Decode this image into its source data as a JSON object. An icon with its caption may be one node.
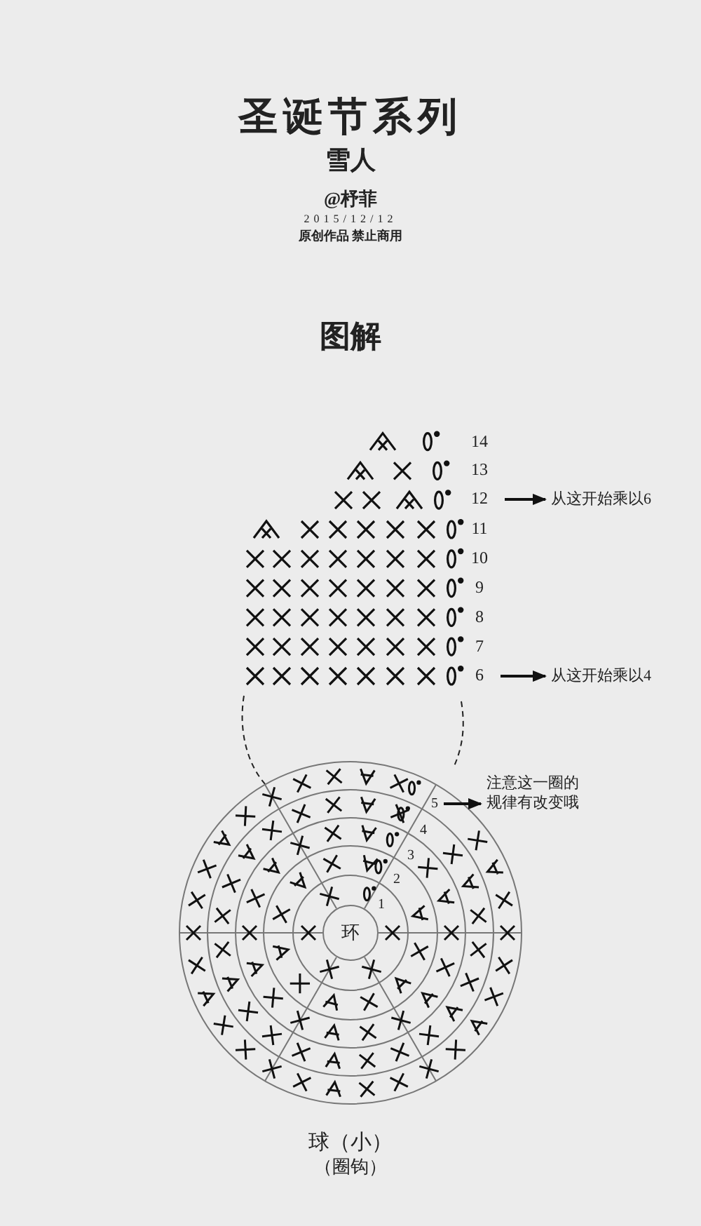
{
  "diagram": {
    "title": "圣诞节系列",
    "caption": "球（小）",
    "nodes": [
      {
        "text": [
          "12"
        ]
      },
      {
        "text": [
          "从这开始乘以6"
        ]
      },
      {
        "text": [
          "6"
        ]
      },
      {
        "text": [
          "从这开始乘以4"
        ]
      },
      {
        "text": [
          "5"
        ]
      },
      {
        "text": [
          "注意这一圈的规律有改变哦"
        ]
      },
      {
        "text": [
          "环"
        ]
      }
    ],
    "edges": [
      {
        "from": 0,
        "to": 1,
        "arrow": "to"
      },
      {
        "from": 2,
        "to": 3,
        "arrow": "to"
      },
      {
        "from": 4,
        "to": 5,
        "arrow": "to"
      }
    ],
    "labels": [
      "雪人",
      "@杼菲",
      "2015/12/12",
      "原创作品 禁止商用",
      "图解",
      "14",
      "13",
      "11",
      "10",
      "9",
      "8",
      "7",
      "4",
      "3",
      "2",
      "1",
      "（圈钩）"
    ]
  }
}
